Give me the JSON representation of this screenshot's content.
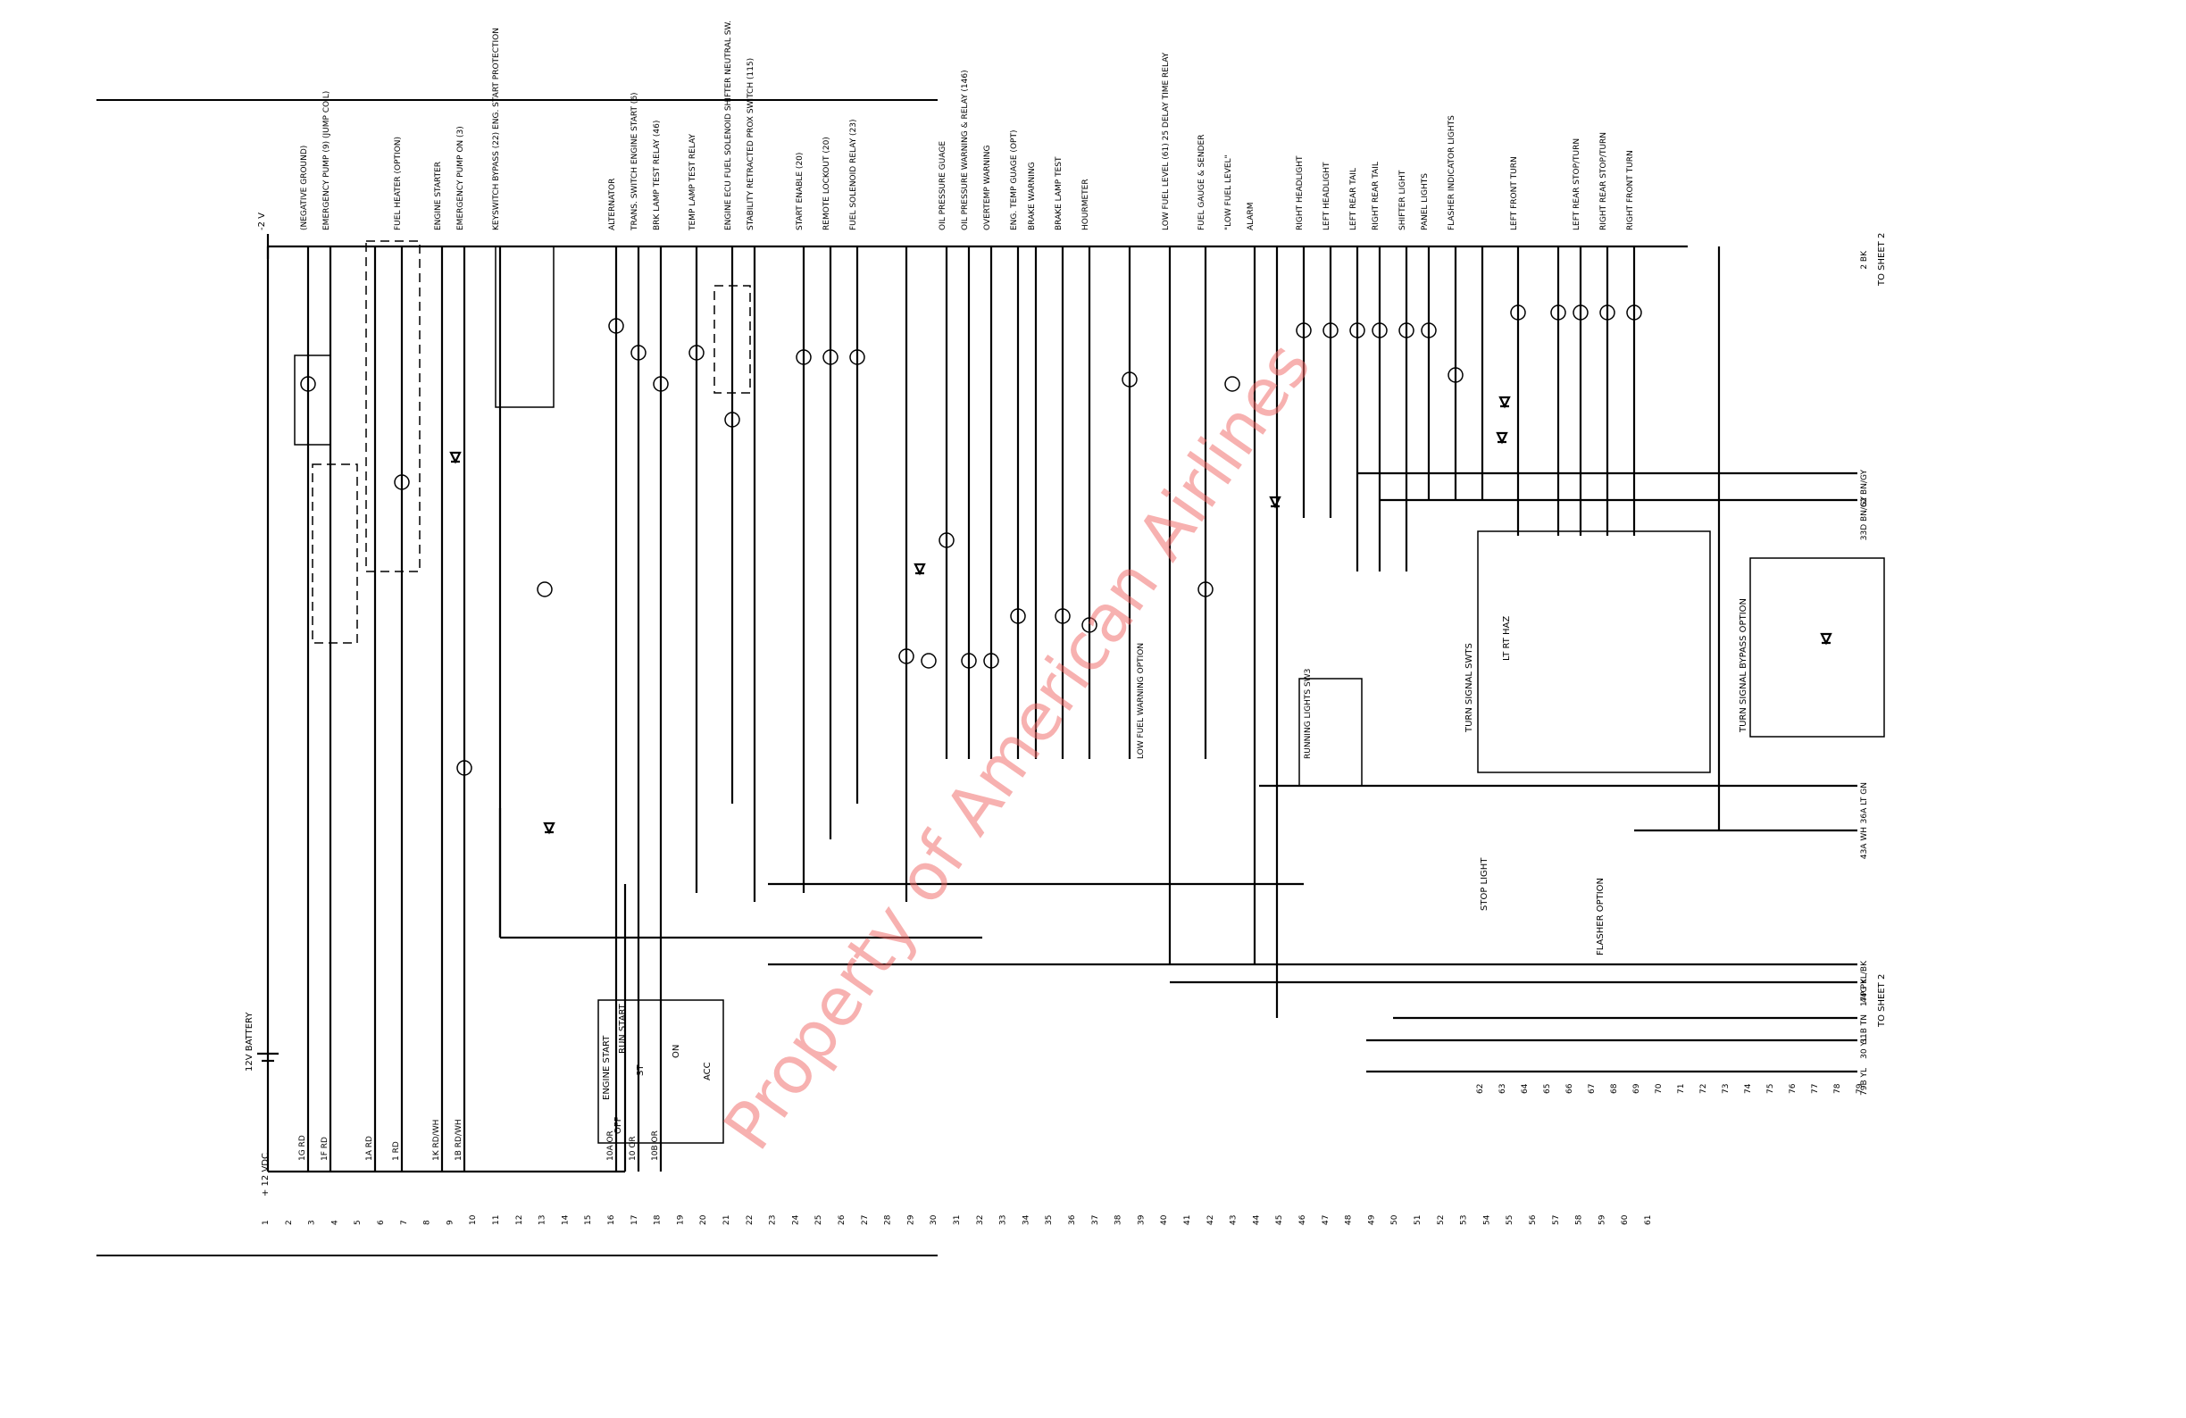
{
  "diagram": {
    "watermark": "Property of American Airlines",
    "top_labels": [
      "-2 V",
      "(NEGATIVE GROUND)",
      "EMERGENCY PUMP (9) (JUMP COIL)",
      "FUEL HEATER (OPTION)",
      "ENGINE STARTER",
      "EMERGENCY PUMP ON (3)",
      "KEYSWITCH BYPASS (22) ENG. START PROTECTION",
      "ALTERNATOR",
      "TRANS. SWITCH ENGINE START (6)",
      "BRK LAMP TEST RELAY (46)",
      "TEMP LAMP TEST RELAY",
      "ENGINE ECU FUEL SOLENOID SHIFTER NEUTRAL SW.",
      "STABILITY RETRACTED PROX SWITCH (115)",
      "START ENABLE (20)",
      "REMOTE LOCKOUT (20)",
      "FUEL SOLENOID RELAY (23)",
      "OIL PRESSURE GUAGE",
      "OIL PRESSURE WARNING & RELAY (146)",
      "OVERTEMP WARNING",
      "ENG. TEMP GUAGE (OPT)",
      "BRAKE WARNING",
      "BRAKE LAMP TEST",
      "HOURMETER",
      "LOW FUEL LEVEL (61) 25 DELAY TIME RELAY",
      "FUEL GAUGE & SENDER",
      "\"LOW FUEL LEVEL\"",
      "ALARM",
      "RIGHT HEADLIGHT",
      "LEFT HEADLIGHT",
      "LEFT REAR TAIL",
      "RIGHT REAR TAIL",
      "SHIFTER LIGHT",
      "PANEL LIGHTS",
      "FLASHER INDICATOR LIGHTS",
      "LEFT FRONT TURN",
      "LEFT REAR STOP/TURN",
      "RIGHT REAR STOP/TURN",
      "RIGHT FRONT TURN"
    ],
    "wire_tags_right": [
      "2 BK",
      "62 BN/GY",
      "33D BN/GY",
      "36A LT GN",
      "43A WH",
      "44G YL/BK",
      "17P PK",
      "31B TN",
      "30 YL",
      "79B YL"
    ],
    "to_sheet_top": "TO SHEET 2",
    "to_sheet_bottom": "TO SHEET 2",
    "battery_label": "12V BATTERY",
    "supply_label": "+ 12 VDC",
    "left_wire_labels": [
      "1G RD",
      "1F RD",
      "1A RD",
      "1 RD",
      "1K RD/WH",
      "1B RD/WH",
      "10A OR",
      "10 OR",
      "10B OR"
    ],
    "keyswitch": {
      "title": "ENGINE START",
      "run": "RUN START",
      "pos_off": "OFF",
      "pos_acc": "ACC",
      "pos_on": "ON",
      "pos_st": "ST"
    },
    "turn_signal_label": "TURN SIGNAL SWTS",
    "turn_signal_pos": "LT  RT  HAZ",
    "bypass_label": "TURN SIGNAL BYPASS OPTION",
    "running_lights": "RUNNING LIGHTS SW3",
    "flasher_label": "FLASHER OPTION",
    "stop_light": "STOP LIGHT",
    "low_fuel_warning": "LOW FUEL WARNING OPTION",
    "row_numbers": [
      "1",
      "2",
      "3",
      "4",
      "5",
      "6",
      "7",
      "8",
      "9",
      "10",
      "11",
      "12",
      "13",
      "14",
      "15",
      "16",
      "17",
      "18",
      "19",
      "20",
      "21",
      "22",
      "23",
      "24",
      "25",
      "26",
      "27",
      "28",
      "29",
      "30",
      "31",
      "32",
      "33",
      "34",
      "35",
      "36",
      "37",
      "38",
      "39",
      "40",
      "41",
      "42",
      "43",
      "44",
      "45",
      "46",
      "47",
      "48",
      "49",
      "50",
      "51",
      "52",
      "53",
      "54",
      "55",
      "56",
      "57",
      "58",
      "59",
      "60",
      "61"
    ],
    "row_numbers_right": [
      "62",
      "63",
      "64",
      "65",
      "66",
      "67",
      "68",
      "69",
      "70",
      "71",
      "72",
      "73",
      "74",
      "75",
      "76",
      "77",
      "78",
      "79"
    ]
  }
}
